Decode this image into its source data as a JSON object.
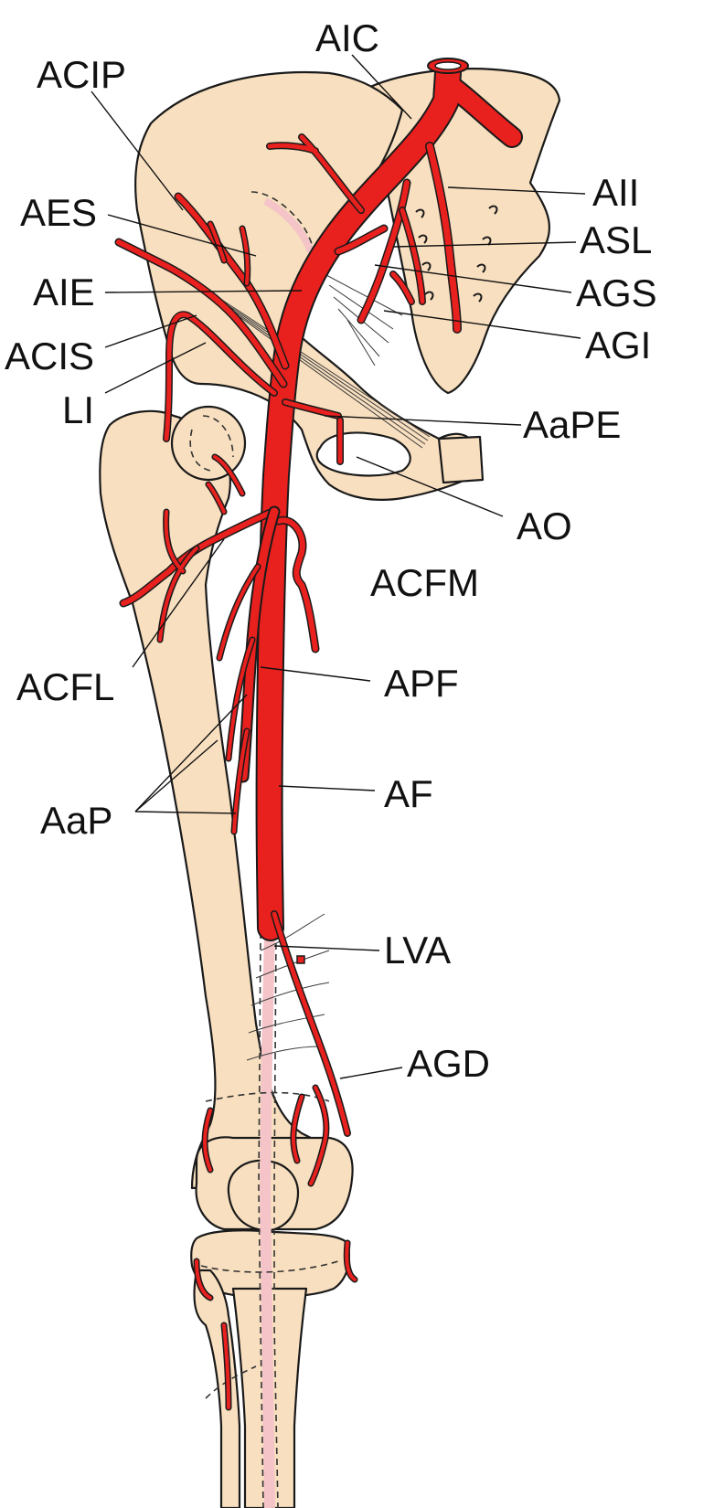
{
  "colors": {
    "bone": "#f8dfbf",
    "artery": "#e8201e",
    "vein_trace": "#f4c4c8",
    "outline": "#1a1a1a"
  },
  "labels": {
    "aic": "AIC",
    "acip": "ACIP",
    "aes": "AES",
    "aie": "AIE",
    "acis": "ACIS",
    "li": "LI",
    "aii": "AII",
    "asl": "ASL",
    "ags": "AGS",
    "agi": "AGI",
    "aape": "AaPE",
    "ao": "AO",
    "acfm": "ACFM",
    "acfl": "ACFL",
    "apf": "APF",
    "af": "AF",
    "aap": "AaP",
    "lva": "LVA",
    "agd": "AGD"
  }
}
